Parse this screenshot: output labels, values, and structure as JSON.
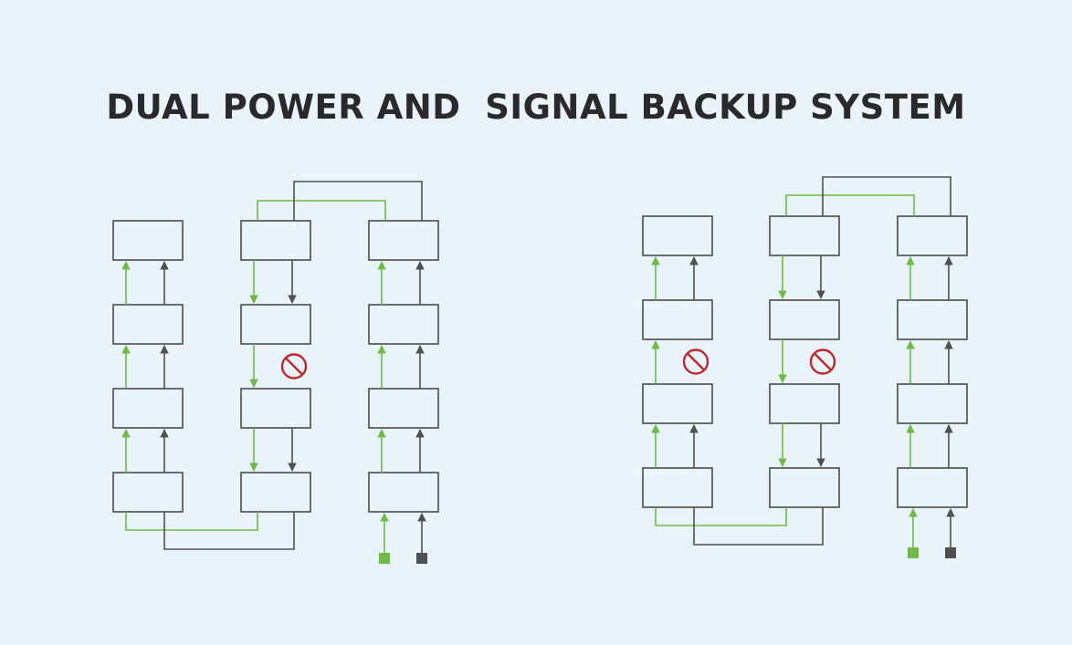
{
  "title": "DUAL POWER AND  SIGNAL BACKUP SYSTEM",
  "colors": {
    "background": "#e8f3fa",
    "box_stroke": "#4a4a4a",
    "power_green": "#6dbb45",
    "signal_grey": "#505050",
    "blocked_red": "#c0272d"
  },
  "icons": {
    "blocked": "prohibited-icon",
    "power_source": "green-square-power-source-icon",
    "signal_source": "grey-square-signal-source-icon"
  },
  "diagrams": [
    {
      "name": "diagram-left",
      "columns": [
        {
          "boxes": 4,
          "green_flow": "up",
          "grey_flow": "up",
          "blocked_between": []
        },
        {
          "boxes": 4,
          "green_flow": "down",
          "grey_flow": "down",
          "blocked_between": [
            [
              2,
              3
            ]
          ],
          "grey_missing_between": [
            [
              2,
              3
            ]
          ]
        },
        {
          "boxes": 4,
          "green_flow": "up",
          "grey_flow": "up",
          "blocked_between": []
        }
      ]
    },
    {
      "name": "diagram-right",
      "columns": [
        {
          "boxes": 4,
          "green_flow": "up",
          "grey_flow": "up",
          "blocked_between": [
            [
              2,
              3
            ]
          ],
          "grey_missing_between": [
            [
              2,
              3
            ]
          ]
        },
        {
          "boxes": 4,
          "green_flow": "down",
          "grey_flow": "down",
          "blocked_between": [
            [
              2,
              3
            ]
          ],
          "grey_missing_between": [
            [
              2,
              3
            ]
          ]
        },
        {
          "boxes": 4,
          "green_flow": "up",
          "grey_flow": "up",
          "blocked_between": []
        }
      ]
    }
  ]
}
